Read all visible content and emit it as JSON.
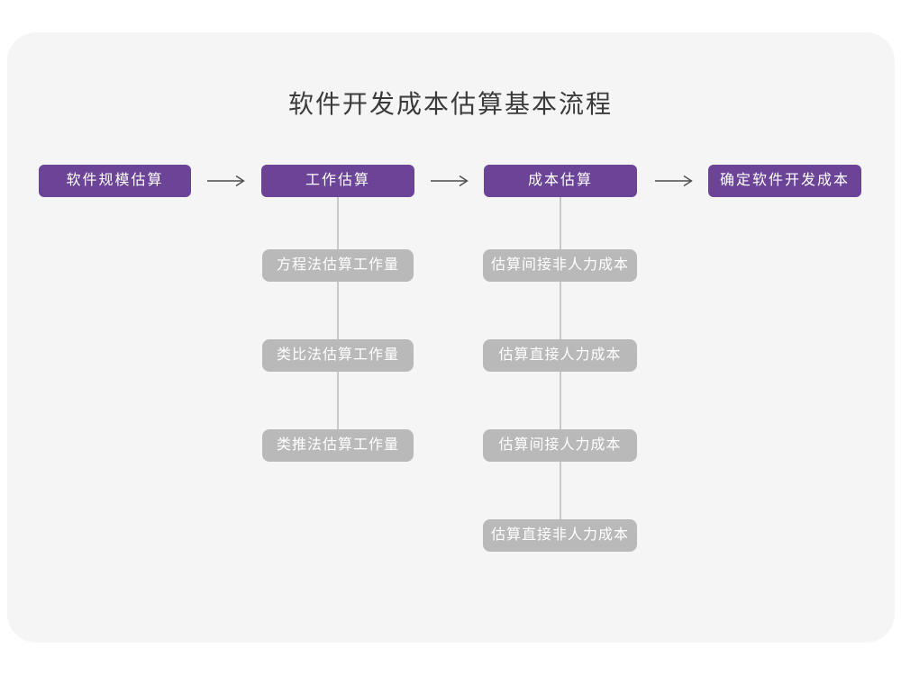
{
  "title": "软件开发成本估算基本流程",
  "colors": {
    "primary": "#6b4397",
    "secondary": "#b9b9b9",
    "panel": "#f5f5f6",
    "connector": "#c9c9c9",
    "arrow": "#4c4c4c",
    "title_text": "#3b3b3b"
  },
  "flow": {
    "stages": [
      {
        "label": "软件规模估算",
        "children": []
      },
      {
        "label": "工作估算",
        "children": [
          "方程法估算工作量",
          "类比法估算工作量",
          "类推法估算工作量"
        ]
      },
      {
        "label": "成本估算",
        "children": [
          "估算间接非人力成本",
          "估算直接人力成本",
          "估算间接人力成本",
          "估算直接非人力成本"
        ]
      },
      {
        "label": "确定软件开发成本",
        "children": []
      }
    ]
  }
}
